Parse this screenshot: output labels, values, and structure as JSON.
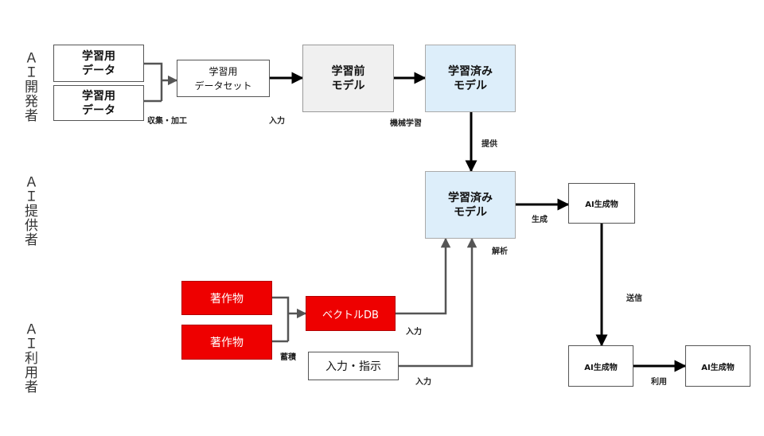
{
  "lanes": {
    "developer": "ＡＩ開発者",
    "provider": "ＡＩ提供者",
    "user": "ＡＩ利用者"
  },
  "developer": {
    "training_data_1": "学習用\nデータ",
    "training_data_2": "学習用\nデータ",
    "dataset": "学習用\nデータセット",
    "pre_model": "学習前\nモデル",
    "trained_model": "学習済み\nモデル"
  },
  "provider": {
    "trained_model": "学習済み\nモデル",
    "generated_top": "AI生成物"
  },
  "user": {
    "work_1": "著作物",
    "work_2": "著作物",
    "vector_db": "ベクトルDB",
    "prompt_input": "入力・指示",
    "generated_left": "AI生成物",
    "generated_right": "AI生成物"
  },
  "edge_labels": {
    "collect": "収集・加工",
    "input_dev": "入力",
    "ml": "機械学習",
    "provide": "提供",
    "generate": "生成",
    "analyze": "解析",
    "send": "送信",
    "store": "蓄積",
    "input_db": "入力",
    "input_prompt": "入力",
    "use": "利用"
  },
  "colors": {
    "red_box": "#ee0000",
    "gray_box": "#f0f0f0",
    "blue_box": "#ddeefa",
    "arrow_black": "#000000",
    "arrow_gray": "#555555"
  }
}
